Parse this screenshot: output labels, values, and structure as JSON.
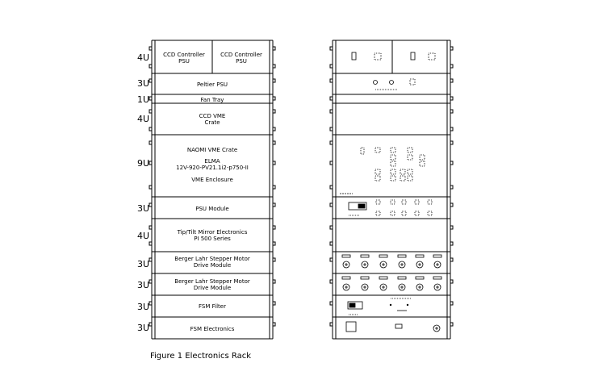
{
  "left_rack": {
    "units": [
      {
        "size": "4U",
        "modules": [
          "CCD Controller PSU",
          "CCD Controller PSU"
        ]
      },
      {
        "size": "3U",
        "modules": [
          "Peltier PSU"
        ]
      },
      {
        "size": "1U",
        "modules": [
          "Fan Tray"
        ]
      },
      {
        "size": "4U",
        "modules": [
          "CCD VME Crate"
        ]
      },
      {
        "size": "9U",
        "lines": [
          "NAOMI VME Crate",
          "ELMA",
          "12V-920-PV21.1i2-p750-II",
          "VME Enclosure"
        ]
      },
      {
        "size": "3U",
        "modules": [
          "PSU Module"
        ]
      },
      {
        "size": "4U",
        "lines": [
          "Tip/Tilt Mirror Electronics",
          "PI 500 Series"
        ]
      },
      {
        "size": "3U",
        "lines": [
          "Berger Lahr Stepper Motor",
          "Drive Module"
        ]
      },
      {
        "size": "3U",
        "lines": [
          "Berger Lahr Stepper Motor",
          "Drive Module"
        ]
      },
      {
        "size": "3U",
        "modules": [
          "FSM Filter"
        ]
      },
      {
        "size": "3U",
        "modules": [
          "FSM Electronics"
        ]
      }
    ]
  },
  "caption": "Figure 1 Electronics Rack"
}
